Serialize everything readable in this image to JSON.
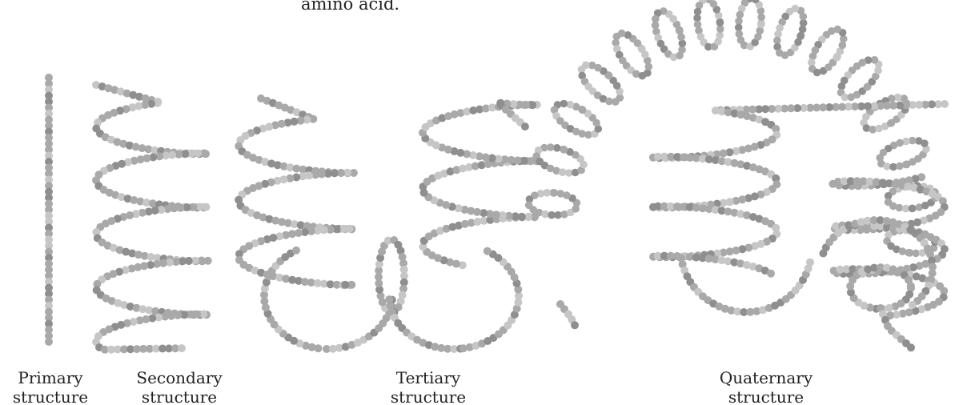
{
  "header": {
    "fragment": "amino acid."
  },
  "captions": {
    "primary": [
      "Primary",
      "structure"
    ],
    "secondary": [
      "Secondary",
      "structure"
    ],
    "tertiary": [
      "Tertiary",
      "structure"
    ],
    "quaternary": [
      "Quaternary",
      "structure"
    ]
  },
  "colors": {
    "bead_dark": "#8f8f8f",
    "bead_mid": "#a9a9a9",
    "bead_light": "#c6c6c6"
  }
}
